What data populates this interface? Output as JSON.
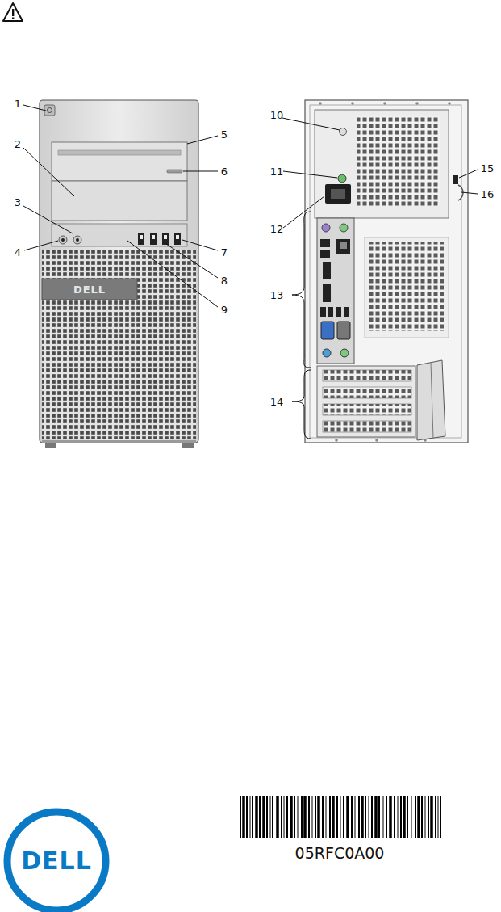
{
  "diagram": {
    "labels": [
      "1",
      "2",
      "3",
      "4",
      "5",
      "6",
      "7",
      "8",
      "9",
      "10",
      "11",
      "12",
      "13",
      "14",
      "15",
      "16",
      "DELL",
      "DELL",
      "05RFC0A00"
    ]
  }
}
